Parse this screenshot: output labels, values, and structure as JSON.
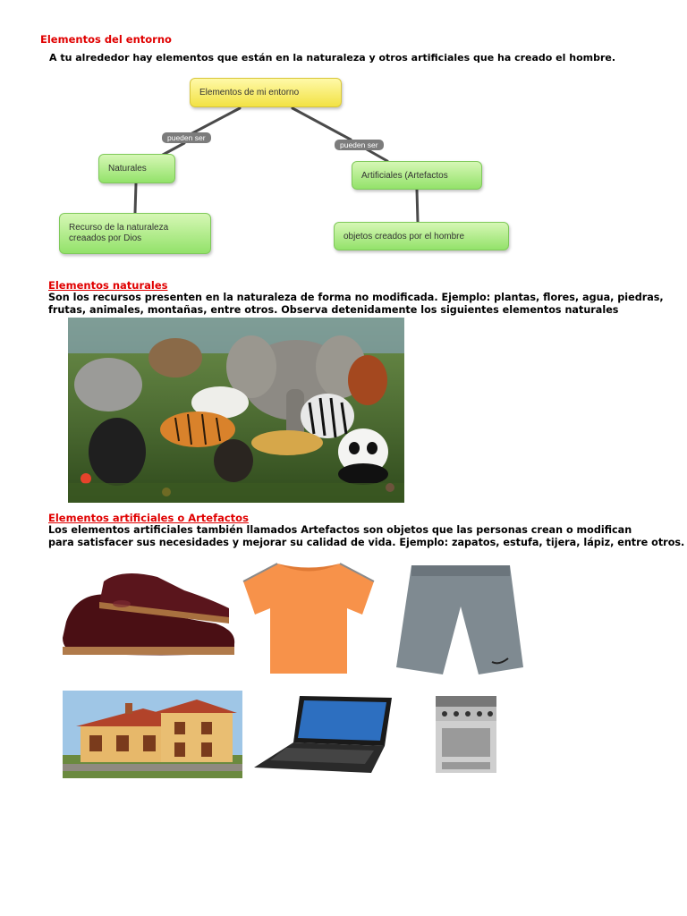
{
  "section1": {
    "title": "Elementos del entorno",
    "intro": "A tu alrededor hay elementos que están en la naturaleza y otros artificiales que ha creado el hombre."
  },
  "concept_map": {
    "root": "Elementos de mi entorno",
    "link_left": "pueden ser",
    "link_right": "pueden ser",
    "left_node": "Naturales",
    "right_node": "Artificiales (Artefactos",
    "left_leaf": "Recurso de la naturaleza creaados por Dios",
    "right_leaf": "objetos creados por el hombre"
  },
  "section2": {
    "title": "Elementos naturales",
    "line1": "Son los recursos presenten en la naturaleza de forma no modificada. Ejemplo: plantas, flores, agua, piedras,",
    "line2": "frutas, animales, montañas, entre otros. Observa detenidamente los siguientes elementos naturales"
  },
  "section3": {
    "title": "Elementos artificiales o Artefactos",
    "line1": "Los elementos artificiales también llamados Artefactos son objetos que las personas crean o modifican",
    "line2": "para satisfacer sus necesidades y mejorar su calidad de vida. Ejemplo: zapatos, estufa, tijera, lápiz, entre otros."
  },
  "colors": {
    "heading_red": "#e00000",
    "node_yellow": "#f2e244",
    "node_green": "#93e26a",
    "link_gray": "#7c7c7c"
  }
}
